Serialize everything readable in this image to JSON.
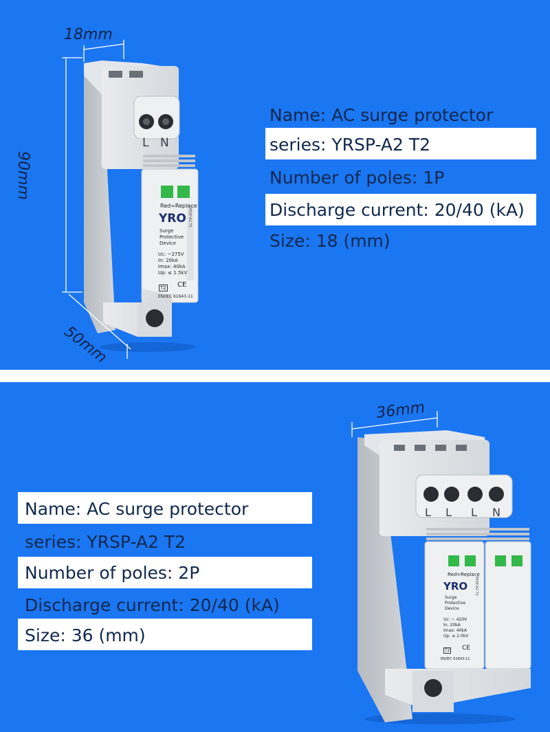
{
  "top_panel": {
    "dimensions": {
      "width": "18mm",
      "height": "90mm",
      "depth": "50mm"
    },
    "device": {
      "terminal_labels": [
        "L",
        "N"
      ],
      "brand_label": "Red=Replace",
      "brand": "YRO",
      "device_type": "Surge\nProtective\nDevice",
      "side_label": "YRSP-A2 T2",
      "specs": [
        {
          "key": "Uc:",
          "value": "~275V"
        },
        {
          "key": "In:",
          "value": "20kA"
        },
        {
          "key": "Imax:",
          "value": "40kA"
        },
        {
          "key": "Up:",
          "value": "≤ 1.5kV"
        }
      ],
      "class_badge": "T2",
      "ce_mark": "CE",
      "standard": "EN/IEC 61643-11"
    },
    "spec_lines": [
      "Name: AC surge protector",
      "series: YRSP-A2 T2",
      "Number of poles: 1P",
      "Discharge current: 20/40 (kA)",
      "Size: 18 (mm)"
    ]
  },
  "bottom_panel": {
    "dimensions": {
      "width": "36mm"
    },
    "device": {
      "terminal_labels": [
        "L",
        "L",
        "L",
        "N"
      ],
      "brand_label": "Red=Replace",
      "brand": "YRO",
      "device_type": "Surge\nProtective\nDevice",
      "side_label": "YRSP-A2 T2",
      "specs": [
        {
          "key": "Uc:",
          "value": "~ 420V"
        },
        {
          "key": "In:",
          "value": "20kA"
        },
        {
          "key": "Imax:",
          "value": "40kA"
        },
        {
          "key": "Up:",
          "value": "≤ 2.0kV"
        }
      ],
      "class_badge": "T2",
      "ce_mark": "CE",
      "standard": "EN/IEC 61643-11"
    },
    "spec_lines": [
      "Name: AC surge protector",
      "series: YRSP-A2 T2",
      "Number of poles: 2P",
      "Discharge current: 20/40 (kA)",
      "Size: 36 (mm)"
    ]
  },
  "colors": {
    "background_blue": "#1b76f2",
    "text_dark": "#10284d",
    "device_grey": "#d9dcdf",
    "indicator_green": "#33b84a"
  }
}
